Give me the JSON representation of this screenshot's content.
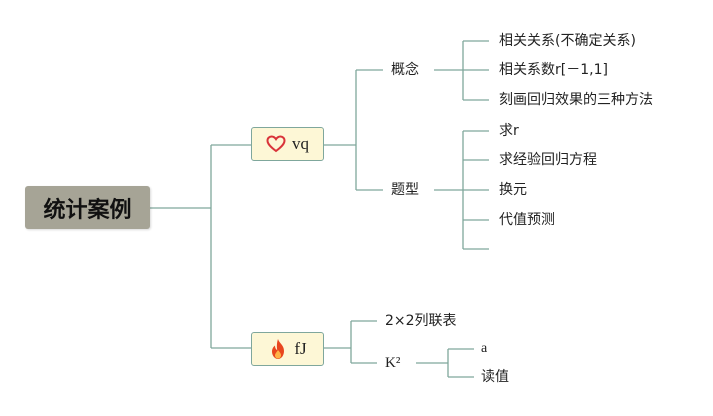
{
  "root": {
    "label": "统计案例"
  },
  "branches": {
    "vq": {
      "label": "vq",
      "icon": "heart-icon",
      "concept": {
        "label": "概念",
        "items": [
          "相关关系(不确定关系)",
          "相关系数r[－1,1]",
          "刻画回归效果的三种方法"
        ]
      },
      "problem_types": {
        "label": "题型",
        "items": [
          "求r",
          "求经验回归方程",
          "换元",
          "代值预测",
          ""
        ]
      }
    },
    "fj": {
      "label": "fJ",
      "icon": "flame-icon",
      "table": {
        "label": "2×2列联表"
      },
      "k2": {
        "label": "K²",
        "items": [
          "a",
          "读值"
        ]
      }
    }
  },
  "colors": {
    "line": "#7fa79c",
    "root_bg": "#a6a496",
    "node_bg": "#fdf7d6",
    "heart": "#d9343a",
    "flame": "#e8461e"
  }
}
